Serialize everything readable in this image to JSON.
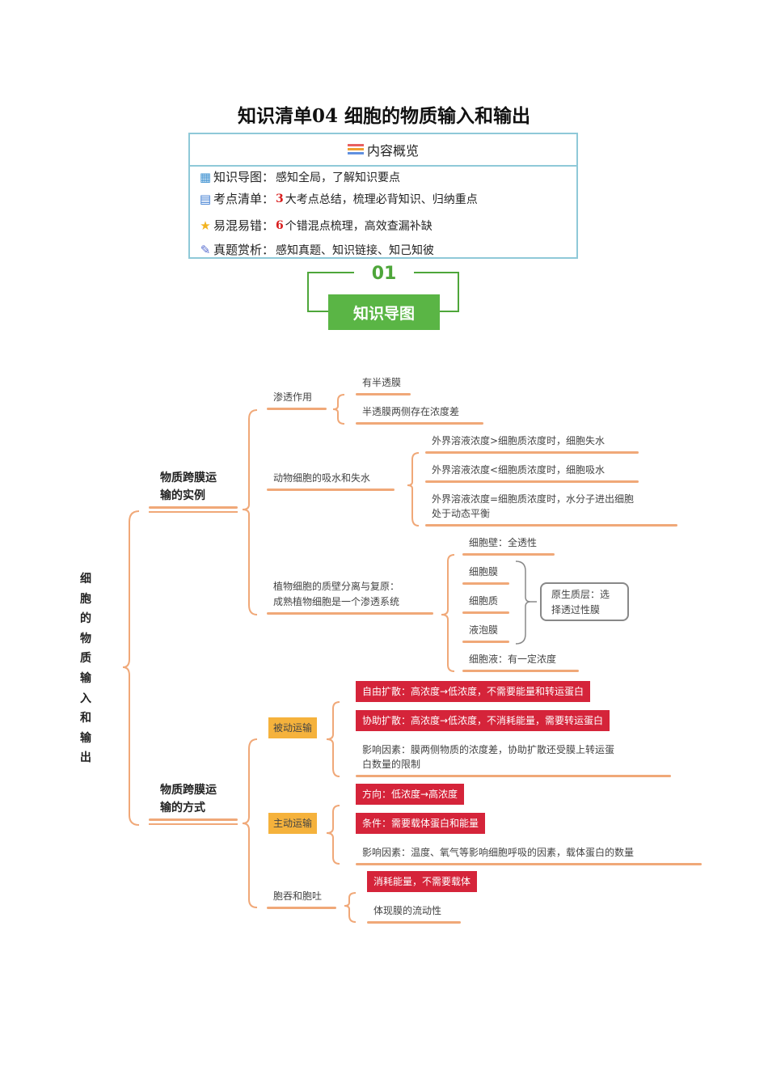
{
  "title": "知识清单04 细胞的物质输入和输出",
  "overview": {
    "heading": "内容概览",
    "rows": [
      {
        "icon": "map-icon",
        "label": "知识导图：",
        "desc": "感知全局，了解知识要点"
      },
      {
        "icon": "book-icon",
        "label": "考点清单：",
        "num": "3",
        "desc": "大考点总结，梳理必背知识、归纳重点"
      },
      {
        "icon": "star-icon",
        "label": "易混易错：",
        "num": "6",
        "desc": "个错混点梳理，高效查漏补缺"
      },
      {
        "icon": "pencil-icon",
        "label": "真题赏析：",
        "desc": "感知真题、知识链接、知己知彼"
      }
    ]
  },
  "section": {
    "number": "01",
    "label": "知识导图"
  },
  "mindmap": {
    "root": "细胞的物质输入和输出",
    "branch1": {
      "label_line1": "物质跨膜运",
      "label_line2": "输的实例",
      "osmosis": {
        "label": "渗透作用",
        "items": [
          "有半透膜",
          "半透膜两侧存在浓度差"
        ]
      },
      "animal": {
        "label": "动物细胞的吸水和失水",
        "items": [
          "外界溶液浓度>细胞质浓度时，细胞失水",
          "外界溶液浓度<细胞质浓度时，细胞吸水",
          "外界溶液浓度=细胞质浓度时，水分子进出细胞",
          "处于动态平衡"
        ]
      },
      "plant": {
        "label_line1": "植物细胞的质壁分离与复原：",
        "label_line2": "成熟植物细胞是一个渗透系统",
        "items": [
          "细胞壁：全透性",
          "细胞膜",
          "细胞质",
          "液泡膜",
          "细胞液：有一定浓度"
        ],
        "protoplast_line1": "原生质层：选",
        "protoplast_line2": "择透过性膜"
      }
    },
    "branch2": {
      "label_line1": "物质跨膜运",
      "label_line2": "输的方式",
      "passive": {
        "label": "被动运输",
        "items": [
          "自由扩散：高浓度→低浓度，不需要能量和转运蛋白",
          "协助扩散：高浓度→低浓度，不消耗能量，需要转运蛋白",
          "影响因素：膜两侧物质的浓度差，协助扩散还受膜上转运蛋",
          "白数量的限制"
        ]
      },
      "active": {
        "label": "主动运输",
        "items": [
          "方向：低浓度→高浓度",
          "条件：需要载体蛋白和能量",
          "影响因素：温度、氧气等影响细胞呼吸的因素，载体蛋白的数量"
        ]
      },
      "endo": {
        "label": "胞吞和胞吐",
        "items": [
          "消耗能量，不需要载体",
          "体现膜的流动性"
        ]
      }
    }
  }
}
